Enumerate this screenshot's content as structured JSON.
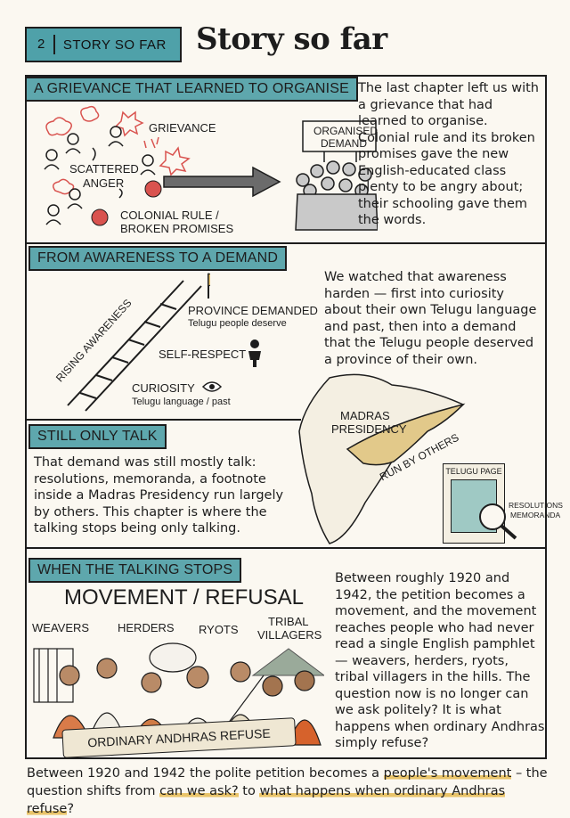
{
  "header": {
    "chapter_number": "2",
    "chapter_tag": "STORY SO FAR",
    "title": "Story so far"
  },
  "section1": {
    "heading": "A GRIEVANCE THAT LEARNED TO ORGANISE",
    "text": "The last chapter left us with a grievance that had learned to organise. Colonial rule and its broken promises gave the new English-educated class plenty to be angry about; their schooling gave them the words.",
    "labels": {
      "grievance": "GRIEVANCE",
      "scattered": "SCATTERED",
      "anger": "ANGER",
      "colonial1": "COLONIAL RULE /",
      "colonial2": "BROKEN PROMISES",
      "sign1": "ORGANISED",
      "sign2": "DEMAND"
    }
  },
  "section2": {
    "heading": "FROM AWARENESS TO A DEMAND",
    "text": "We watched that awareness harden — first into curiosity about their own Telugu language and past, then into a demand that the Telugu people deserved a province of their own.",
    "ladder_label": "RISING AWARENESS",
    "steps": {
      "top": "PROVINCE DEMANDED",
      "top_sub": "Telugu people deserve",
      "middle": "SELF-RESPECT",
      "bottom": "CURIOSITY",
      "bottom_sub": "Telugu language / past"
    }
  },
  "section3": {
    "heading": "STILL ONLY TALK",
    "text": "That demand was still mostly talk: resolutions, memoranda, a footnote inside a Madras Presidency run largely by others. This chapter is where the talking stops being only talking.",
    "map": {
      "presidency1": "MADRAS",
      "presidency2": "PRESIDENCY",
      "run_by": "RUN BY OTHERS",
      "page_label": "TELUGU PAGE",
      "res1": "RESOLUTIONS",
      "res2": "MEMORANDA"
    }
  },
  "section4": {
    "heading": "WHEN THE TALKING STOPS",
    "big_title": "MOVEMENT / REFUSAL",
    "groups": {
      "weavers": "WEAVERS",
      "herders": "HERDERS",
      "ryots": "RYOTS",
      "tribal1": "TRIBAL",
      "tribal2": "VILLAGERS"
    },
    "banner": "ORDINARY ANDHRAS REFUSE",
    "text": "Between roughly 1920 and 1942, the petition becomes a movement, and the movement reaches people who had never read a single English pamphlet — weavers, herders, ryots, tribal villagers in the hills. The question now is no longer can we ask politely? It is what happens when ordinary Andhras simply refuse?"
  },
  "caption": {
    "part1": "Between 1920 and 1942 the polite petition becomes a ",
    "hl1": "people's movement",
    "part2": " – the question shifts from ",
    "hl2": "can we ask?",
    "part3": " to ",
    "hl3": "what happens when ordinary Andhras refuse",
    "part4": "?"
  },
  "colors": {
    "teal": "#5ea7ad",
    "highlight": "#e9c46a",
    "map_fill": "#e2c98a",
    "angry_red": "#d9534f"
  }
}
